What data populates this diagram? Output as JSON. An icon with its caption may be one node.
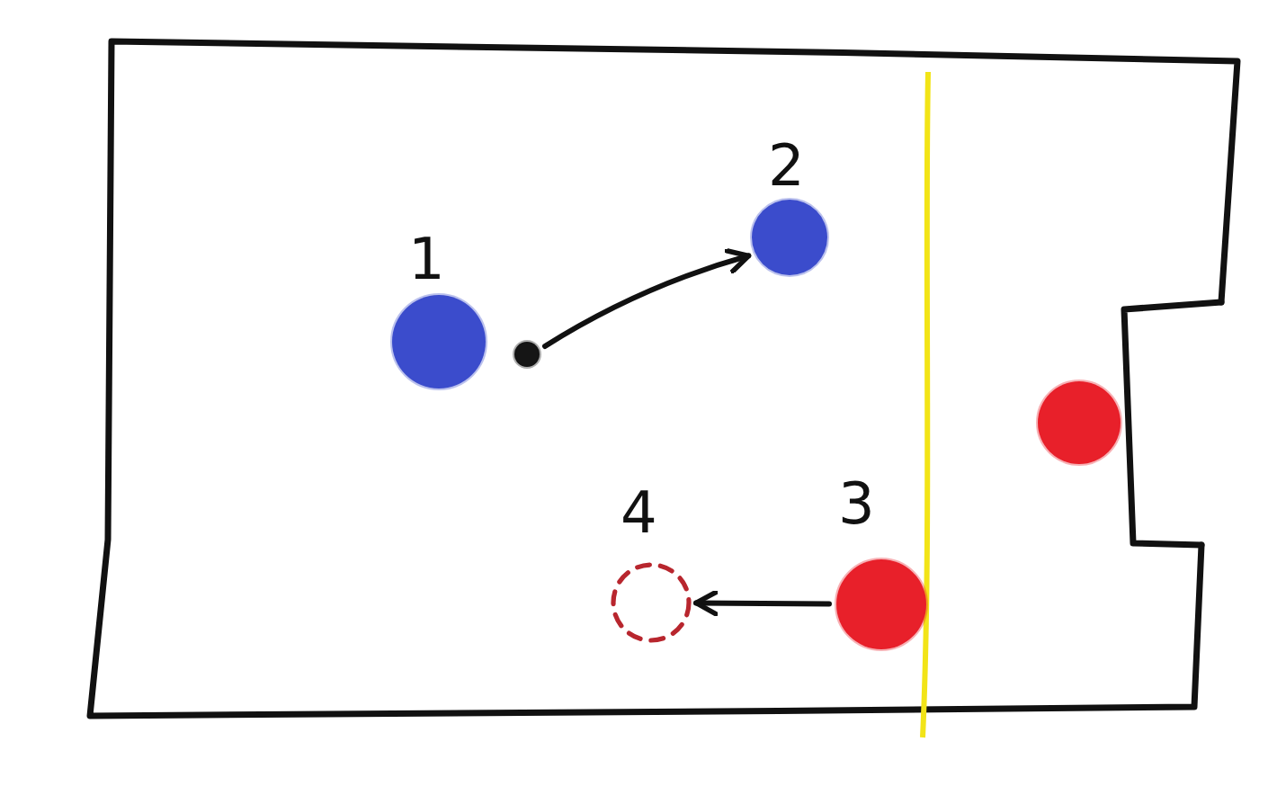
{
  "diagram": {
    "nodes": [
      {
        "text": [],
        "shape": "circle",
        "beside": [
          "1"
        ]
      },
      {
        "text": [],
        "shape": "circle"
      },
      {
        "text": [],
        "shape": "circle",
        "beside": [
          "2"
        ]
      },
      {
        "text": [],
        "shape": "circle"
      },
      {
        "text": [],
        "shape": "circle",
        "beside": [
          "4"
        ]
      },
      {
        "text": [],
        "shape": "circle",
        "beside": [
          "3"
        ]
      }
    ],
    "edges": [
      {
        "from": 1,
        "to": 2,
        "arrow": "to"
      },
      {
        "from": 5,
        "to": 4,
        "arrow": "to"
      }
    ]
  }
}
